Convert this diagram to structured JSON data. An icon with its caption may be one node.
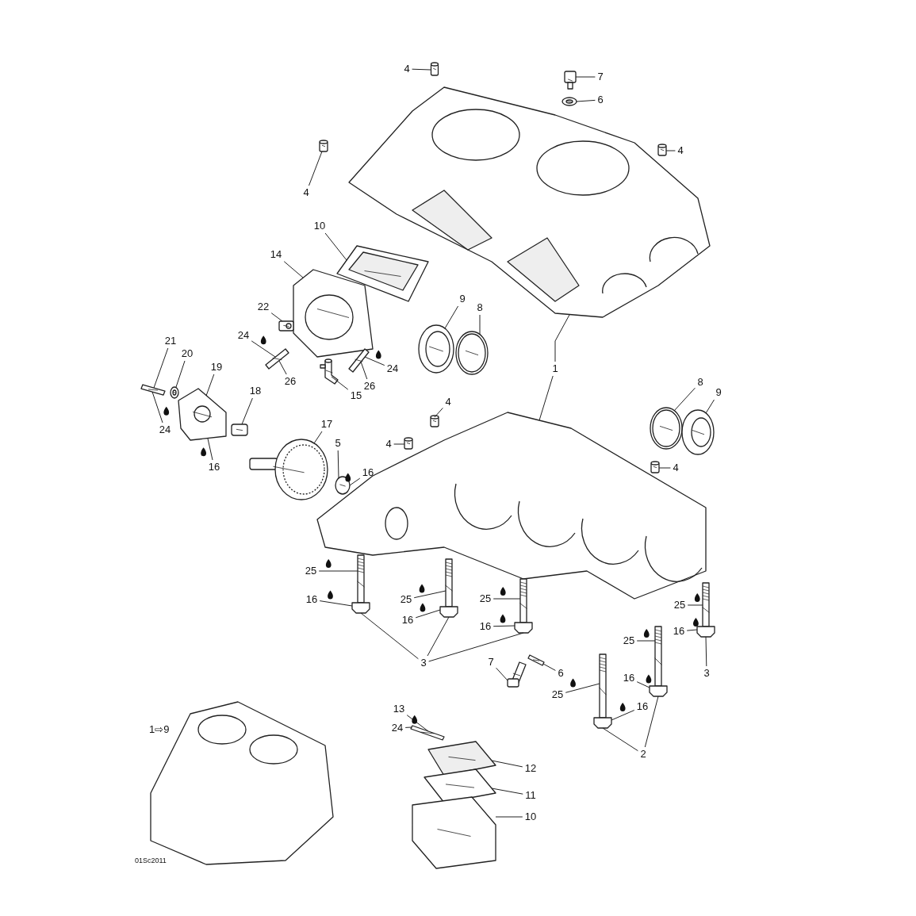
{
  "diagram": {
    "nodes": [
      {
        "text": [
          "4"
        ]
      },
      {
        "text": [
          "7"
        ]
      },
      {
        "text": [
          "6"
        ]
      },
      {
        "text": [
          "4"
        ]
      },
      {
        "text": [
          "4"
        ]
      },
      {
        "text": [
          "10"
        ]
      },
      {
        "text": [
          "14"
        ]
      },
      {
        "text": [
          "9"
        ]
      },
      {
        "text": [
          "8"
        ]
      },
      {
        "text": [
          "22"
        ]
      },
      {
        "text": [
          "24"
        ]
      },
      {
        "text": [
          "21"
        ]
      },
      {
        "text": [
          "20"
        ]
      },
      {
        "text": [
          "19"
        ]
      },
      {
        "text": [
          "18"
        ]
      },
      {
        "text": [
          "26"
        ]
      },
      {
        "text": [
          "15"
        ]
      },
      {
        "text": [
          "26"
        ]
      },
      {
        "text": [
          "24"
        ]
      },
      {
        "text": [
          "1"
        ]
      },
      {
        "text": [
          "24"
        ]
      },
      {
        "text": [
          "16"
        ]
      },
      {
        "text": [
          "17"
        ]
      },
      {
        "text": [
          "5"
        ]
      },
      {
        "text": [
          "16"
        ]
      },
      {
        "text": [
          "8"
        ]
      },
      {
        "text": [
          "9"
        ]
      },
      {
        "text": [
          "4"
        ]
      },
      {
        "text": [
          "4"
        ]
      },
      {
        "text": [
          "4"
        ]
      },
      {
        "text": [
          "25"
        ]
      },
      {
        "text": [
          "16"
        ]
      },
      {
        "text": [
          "25"
        ]
      },
      {
        "text": [
          "16"
        ]
      },
      {
        "text": [
          "25"
        ]
      },
      {
        "text": [
          "16"
        ]
      },
      {
        "text": [
          "25"
        ]
      },
      {
        "text": [
          "16"
        ]
      },
      {
        "text": [
          "25"
        ]
      },
      {
        "text": [
          "3"
        ]
      },
      {
        "text": [
          "7"
        ]
      },
      {
        "text": [
          "6"
        ]
      },
      {
        "text": [
          "3"
        ]
      },
      {
        "text": [
          "16"
        ]
      },
      {
        "text": [
          "25"
        ]
      },
      {
        "text": [
          "16"
        ]
      },
      {
        "text": [
          "2"
        ]
      },
      {
        "text": [
          "13"
        ]
      },
      {
        "text": [
          "24"
        ]
      },
      {
        "text": [
          "12"
        ]
      },
      {
        "text": [
          "11"
        ]
      },
      {
        "text": [
          "10"
        ]
      },
      {
        "text": [],
        "shape": "picture"
      },
      {
        "text": [],
        "shape": "picture"
      },
      {
        "text": [],
        "shape": "picture"
      },
      {
        "text": [],
        "shape": "picture"
      },
      {
        "text": [],
        "shape": "picture"
      },
      {
        "text": [],
        "shape": "picture"
      },
      {
        "text": [],
        "shape": "picture"
      },
      {
        "text": [],
        "shape": "picture"
      },
      {
        "text": [],
        "shape": "picture"
      },
      {
        "text": [],
        "shape": "picture"
      },
      {
        "text": [],
        "shape": "picture"
      },
      {
        "text": [],
        "shape": "picture"
      },
      {
        "text": [],
        "shape": "picture"
      },
      {
        "text": [],
        "shape": "picture"
      },
      {
        "text": [],
        "shape": "picture"
      },
      {
        "text": [],
        "shape": "picture"
      },
      {
        "text": [],
        "shape": "picture"
      },
      {
        "text": [],
        "shape": "picture"
      },
      {
        "text": [],
        "shape": "picture"
      },
      {
        "text": [],
        "shape": "picture"
      },
      {
        "text": [],
        "shape": "picture"
      },
      {
        "text": [],
        "shape": "picture"
      },
      {
        "text": [],
        "shape": "picture"
      },
      {
        "text": [],
        "shape": "picture"
      },
      {
        "text": [],
        "shape": "picture"
      },
      {
        "text": [],
        "shape": "picture"
      },
      {
        "text": [],
        "shape": "picture"
      },
      {
        "text": [],
        "shape": "picture"
      },
      {
        "text": [],
        "shape": "picture"
      },
      {
        "text": [],
        "shape": "picture"
      },
      {
        "text": [],
        "shape": "picture"
      },
      {
        "text": [],
        "shape": "picture"
      },
      {
        "text": [],
        "shape": "picture"
      },
      {
        "text": [],
        "shape": "picture"
      },
      {
        "text": [],
        "shape": "picture"
      },
      {
        "text": [],
        "shape": "picture"
      },
      {
        "text": [],
        "shape": "picture"
      },
      {
        "text": [],
        "shape": "picture"
      }
    ],
    "edges": [
      {
        "from": 0,
        "to": 52,
        "arrow": "none"
      },
      {
        "from": 1,
        "to": 53,
        "arrow": "none"
      },
      {
        "from": 2,
        "to": 54,
        "arrow": "none"
      },
      {
        "from": 3,
        "to": 55,
        "arrow": "none"
      },
      {
        "from": 4,
        "to": 56,
        "arrow": "none"
      },
      {
        "from": 5,
        "to": 58,
        "arrow": "none"
      },
      {
        "from": 6,
        "to": 59,
        "arrow": "none"
      },
      {
        "from": 7,
        "to": 60,
        "arrow": "none"
      },
      {
        "from": 8,
        "to": 61,
        "arrow": "none"
      },
      {
        "from": 9,
        "to": 62,
        "arrow": "none"
      },
      {
        "from": 10,
        "to": 63,
        "arrow": "none"
      },
      {
        "from": 11,
        "to": 66,
        "arrow": "none"
      },
      {
        "from": 12,
        "to": 67,
        "arrow": "none"
      },
      {
        "from": 13,
        "to": 68,
        "arrow": "none"
      },
      {
        "from": 14,
        "to": 69,
        "arrow": "none"
      },
      {
        "from": 15,
        "to": 63,
        "arrow": "none"
      },
      {
        "from": 16,
        "to": 64,
        "arrow": "none"
      },
      {
        "from": 17,
        "to": 65,
        "arrow": "none"
      },
      {
        "from": 18,
        "to": 65,
        "arrow": "none"
      },
      {
        "from": 19,
        "to": 57,
        "arrow": "none"
      },
      {
        "from": 19,
        "to": 77,
        "arrow": "none"
      },
      {
        "from": 20,
        "to": 66,
        "arrow": "none"
      },
      {
        "from": 21,
        "to": 68,
        "arrow": "none"
      },
      {
        "from": 22,
        "to": 70,
        "arrow": "none"
      },
      {
        "from": 23,
        "to": 71,
        "arrow": "none"
      },
      {
        "from": 24,
        "to": 71,
        "arrow": "none"
      },
      {
        "from": 25,
        "to": 72,
        "arrow": "none"
      },
      {
        "from": 26,
        "to": 73,
        "arrow": "none"
      },
      {
        "from": 27,
        "to": 74,
        "arrow": "none"
      },
      {
        "from": 28,
        "to": 75,
        "arrow": "none"
      },
      {
        "from": 29,
        "to": 76,
        "arrow": "none"
      },
      {
        "from": 30,
        "to": 78,
        "arrow": "none"
      },
      {
        "from": 31,
        "to": 78,
        "arrow": "none"
      },
      {
        "from": 32,
        "to": 79,
        "arrow": "none"
      },
      {
        "from": 33,
        "to": 79,
        "arrow": "none"
      },
      {
        "from": 34,
        "to": 80,
        "arrow": "none"
      },
      {
        "from": 35,
        "to": 80,
        "arrow": "none"
      },
      {
        "from": 36,
        "to": 81,
        "arrow": "none"
      },
      {
        "from": 37,
        "to": 81,
        "arrow": "none"
      },
      {
        "from": 38,
        "to": 84,
        "arrow": "none"
      },
      {
        "from": 39,
        "to": 78,
        "arrow": "none"
      },
      {
        "from": 39,
        "to": 79,
        "arrow": "none"
      },
      {
        "from": 39,
        "to": 80,
        "arrow": "none"
      },
      {
        "from": 40,
        "to": 82,
        "arrow": "none"
      },
      {
        "from": 41,
        "to": 83,
        "arrow": "none"
      },
      {
        "from": 42,
        "to": 81,
        "arrow": "none"
      },
      {
        "from": 43,
        "to": 84,
        "arrow": "none"
      },
      {
        "from": 44,
        "to": 85,
        "arrow": "none"
      },
      {
        "from": 45,
        "to": 85,
        "arrow": "none"
      },
      {
        "from": 46,
        "to": 85,
        "arrow": "none"
      },
      {
        "from": 46,
        "to": 84,
        "arrow": "none"
      },
      {
        "from": 47,
        "to": 86,
        "arrow": "none"
      },
      {
        "from": 48,
        "to": 86,
        "arrow": "none"
      },
      {
        "from": 49,
        "to": 87,
        "arrow": "none"
      },
      {
        "from": 50,
        "to": 88,
        "arrow": "none"
      },
      {
        "from": 51,
        "to": 89,
        "arrow": "none"
      }
    ],
    "labels": [
      "1⇨9",
      "01Sc2011"
    ]
  }
}
